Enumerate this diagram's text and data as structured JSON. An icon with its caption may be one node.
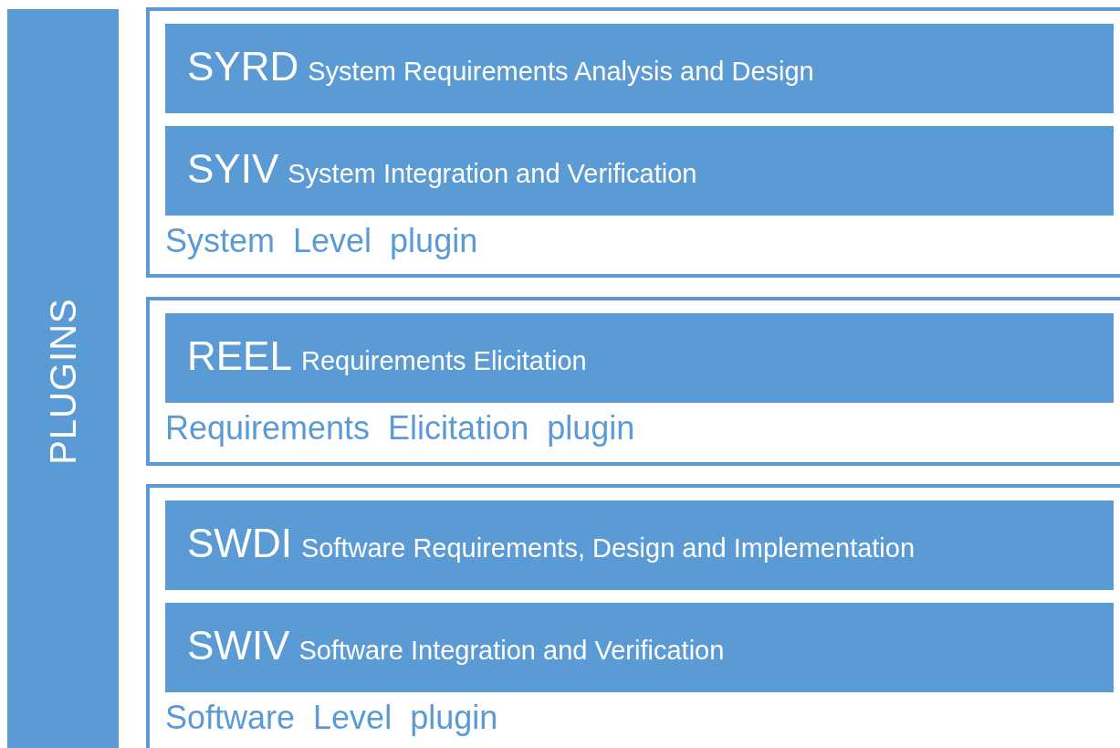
{
  "diagram": {
    "nodes": [
      {
        "text": [
          "PLUGINS"
        ]
      },
      {
        "text": [
          "System  Level  plugin"
        ]
      },
      {
        "text": [
          "SYRD",
          "System Requirements Analysis and Design"
        ],
        "in": 1
      },
      {
        "text": [
          "SYIV",
          "System Integration and Verification"
        ],
        "in": 1
      },
      {
        "text": [
          "Requirements  Elicitation  plugin"
        ]
      },
      {
        "text": [
          "REEL",
          "Requirements Elicitation"
        ],
        "in": 4
      },
      {
        "text": [
          "Software  Level  plugin"
        ]
      },
      {
        "text": [
          "SWDI",
          "Software Requirements, Design and Implementation"
        ],
        "in": 6
      },
      {
        "text": [
          "SWIV",
          "Software Integration and Verification"
        ],
        "in": 6
      }
    ]
  }
}
